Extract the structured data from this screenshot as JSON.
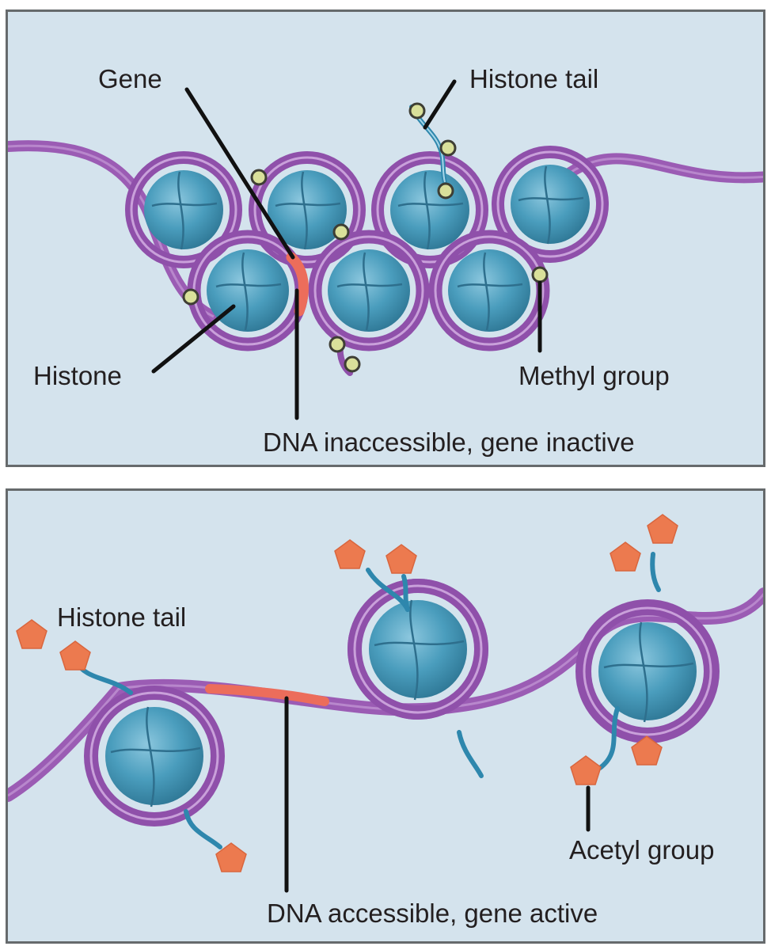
{
  "top_panel": {
    "labels": {
      "gene": "Gene",
      "histone_tail": "Histone tail",
      "histone": "Histone",
      "methyl_group": "Methyl group",
      "caption": "DNA inaccessible, gene inactive"
    }
  },
  "bottom_panel": {
    "labels": {
      "histone_tail": "Histone tail",
      "acetyl_group": "Acetyl group",
      "caption": "DNA accessible, gene active"
    }
  },
  "colors": {
    "background": "#d4e3ed",
    "border": "#666a6c",
    "dna": "#9b5cb4",
    "dna_light": "#c59ad6",
    "histone": "#3f8fb0",
    "histone_light": "#8cc7de",
    "gene_highlight": "#ec6d5b",
    "methyl": "#d9e09a",
    "acetyl": "#ec7a4f",
    "leader": "#111111"
  }
}
